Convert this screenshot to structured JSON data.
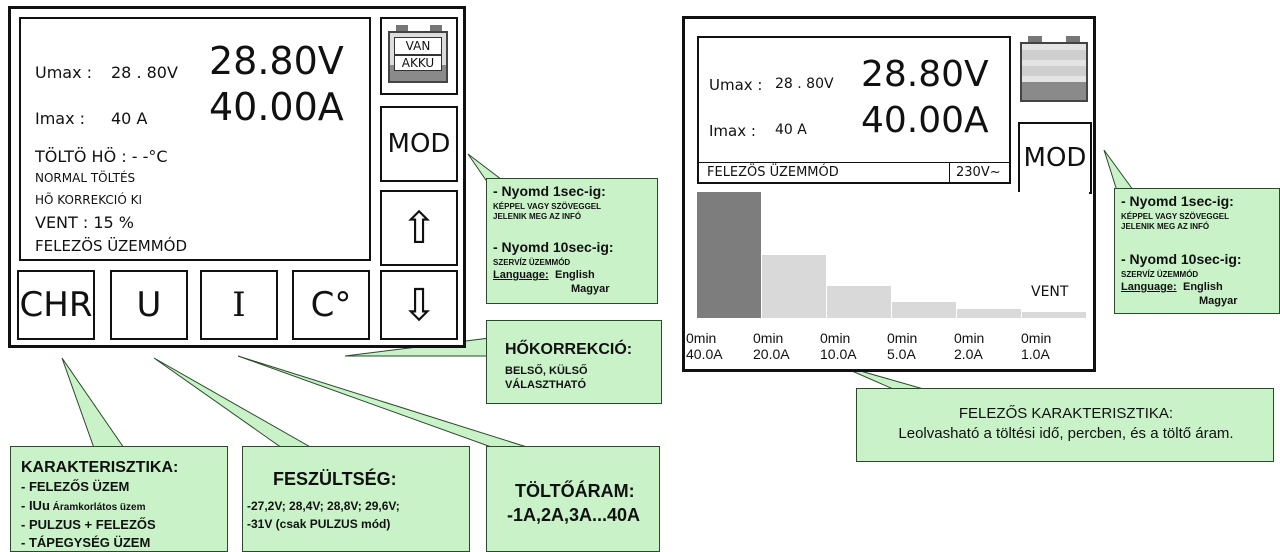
{
  "left_device": {
    "umax_label": "Umax :",
    "umax_value": "28 . 80V",
    "umax_big": "28.80V",
    "imax_label": "Imax :",
    "imax_value": "40 A",
    "imax_big": "40.00A",
    "temp_line": "TÖLTÖ  HÖ :  - -°C",
    "mode_line": "NORMAL   TÖLTÉS",
    "korr_line": "HÕ KORREKCIÓ KI",
    "vent_line": "VENT :  15 %",
    "felezos_line": "FELEZÖS ÜZEMMÓD",
    "battery_line1": "VAN",
    "battery_line2": "AKKU",
    "mod_label": "MOD",
    "up_label": "⇧",
    "down_label": "⇩",
    "keys": [
      "CHR",
      "U",
      "I",
      "C°"
    ]
  },
  "right_device": {
    "umax_label": "Umax :",
    "umax_value": "28 . 80V",
    "umax_big": "28.80V",
    "imax_label": "Imax :",
    "imax_value": "40 A",
    "imax_big": "40.00A",
    "status_mode": "FELEZÖS ÜZEMMÓD",
    "status_voltage": "230V~",
    "mod_label": "MOD",
    "vent_label": "VENT",
    "bars": [
      {
        "time": "0min",
        "current": "40.0A",
        "level": 1.0,
        "dark": true
      },
      {
        "time": "0min",
        "current": "20.0A",
        "level": 0.5,
        "dark": false
      },
      {
        "time": "0min",
        "current": "10.0A",
        "level": 0.25,
        "dark": false
      },
      {
        "time": "0min",
        "current": "5.0A",
        "level": 0.125,
        "dark": false
      },
      {
        "time": "0min",
        "current": "2.0A",
        "level": 0.07,
        "dark": false
      },
      {
        "time": "0min",
        "current": "1.0A",
        "level": 0.04,
        "dark": false
      }
    ]
  },
  "callouts": {
    "mod_left": {
      "line1": "- Nyomd 1sec-ig:",
      "line2": "KÉPPEL VAGY SZÖVEGGEL",
      "line3": "JELENIK MEG AZ INFÓ",
      "line4": "- Nyomd 10sec-ig:",
      "line5": "SZERVÍZ ÜZEMMÓD",
      "lang_label": "Language:",
      "lang1": "English",
      "lang2": "Magyar"
    },
    "mod_right": {
      "line1": "- Nyomd 1sec-ig:",
      "line2": "KÉPPEL VAGY SZÖVEGGEL",
      "line3": "JELENIK MEG AZ INFÓ",
      "line4": "- Nyomd 10sec-ig:",
      "line5": "SZERVÍZ ÜZEMMÓD",
      "lang_label": "Language:",
      "lang1": "English",
      "lang2": "Magyar"
    },
    "hokorr": {
      "title": "HŐKORREKCIÓ:",
      "line1": "BELSŐ, KÜLSŐ",
      "line2": "VÁLASZTHATÓ"
    },
    "karakterisztika": {
      "title": "KARAKTERISZTIKA:",
      "item1": "- FELEZŐS ÜZEM",
      "item2_bold": "- IUu",
      "item2_rest": " Áramkorlátos üzem",
      "item3": "- PULZUS + FELEZŐS",
      "item4": "- TÁPEGYSÉG ÜZEM"
    },
    "feszultseg": {
      "title": "FESZÜLTSÉG:",
      "line1": "-27,2V; 28,4V; 28,8V; 29,6V;",
      "line2": "-31V (csak PULZUS mód)"
    },
    "toltoaram": {
      "title": "TÖLTŐÁRAM:",
      "line1": "-1A,2A,3A...40A"
    },
    "felezos": {
      "title": "FELEZŐS KARAKTERISZTIKA:",
      "line1": "Leolvasható a töltési idő, percben, és a töltő áram."
    }
  }
}
